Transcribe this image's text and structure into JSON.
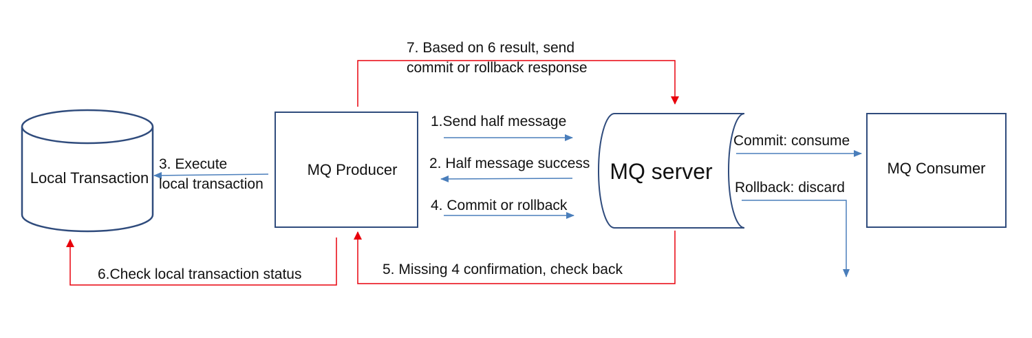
{
  "colors": {
    "node_border": "#2f4b7c",
    "blue_arrow": "#4a7ebb",
    "red_arrow": "#e8000b",
    "background": "#ffffff"
  },
  "nodes": {
    "local_transaction": "Local Transaction",
    "producer": "MQ Producer",
    "server": "MQ server",
    "consumer": "MQ Consumer"
  },
  "edges": {
    "step1": "1.Send half message",
    "step2": "2. Half message success",
    "step3_line1": "3. Execute",
    "step3_line2": "local transaction",
    "step4": "4. Commit or rollback",
    "step5": "5. Missing 4 confirmation, check back",
    "step6": "6.Check local transaction status",
    "step7_line1": "7. Based on 6 result, send",
    "step7_line2": "commit or rollback response",
    "commit": "Commit: consume",
    "rollback": "Rollback: discard"
  }
}
